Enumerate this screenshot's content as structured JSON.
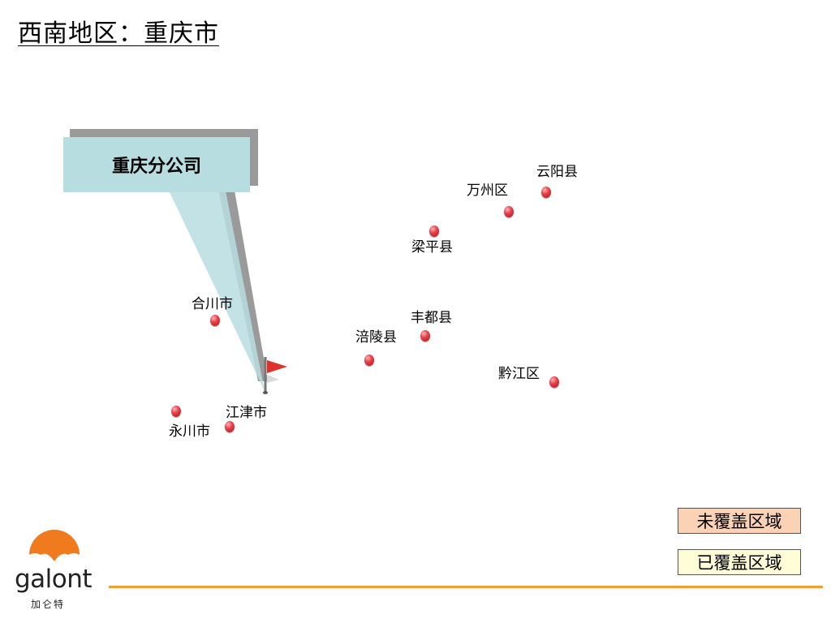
{
  "title": "西南地区：重庆市",
  "callout": {
    "label": "重庆分公司",
    "fill_color": "#b7dde0",
    "shadow_color": "#9a9a9a"
  },
  "places": [
    {
      "name": "云阳县"
    },
    {
      "name": "万州区"
    },
    {
      "name": "梁平县"
    },
    {
      "name": "合川市"
    },
    {
      "name": "丰都县"
    },
    {
      "name": "涪陵县"
    },
    {
      "name": "黔江区"
    },
    {
      "name": "江津市"
    },
    {
      "name": "永川市"
    }
  ],
  "marker_color": "#e8404a",
  "flag_color": "#e0302a",
  "legend": {
    "uncovered": {
      "label": "未覆盖区域",
      "color": "#fbd3b4"
    },
    "covered": {
      "label": "已覆盖区域",
      "color": "#fefdd6"
    }
  },
  "logo": {
    "brand": "galont",
    "subtitle": "加仑特",
    "accent_color": "#f07a1e"
  },
  "footer_line_color": "#f0a030"
}
